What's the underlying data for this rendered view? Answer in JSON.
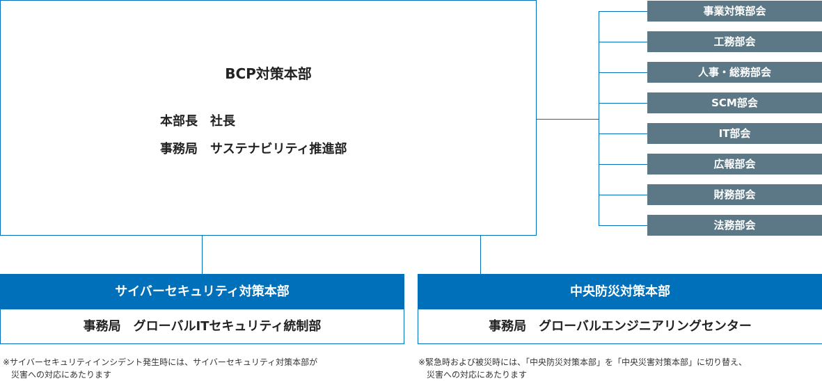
{
  "main": {
    "title": "BCP対策本部",
    "head": "本部長　社長",
    "secretariat": "事務局　サステナビリティ推進部"
  },
  "committees": [
    "事業対策部会",
    "工務部会",
    "人事・総務部会",
    "SCM部会",
    "IT部会",
    "広報部会",
    "財務部会",
    "法務部会"
  ],
  "cyber": {
    "title": "サイバーセキュリティ対策本部",
    "secretariat": "事務局　グローバルITセキュリティ統制部",
    "note": "※サイバーセキュリティインシデント発生時には、サイバーセキュリティ対策本部が\n　災害への対応にあたります"
  },
  "disaster": {
    "title": "中央防災対策本部",
    "secretariat": "事務局　グローバルエンジニアリングセンター",
    "note": "※緊急時および被災時には、「中央防災対策本部」を「中央災害対策本部」に切り替え、\n　災害への対応にあたります"
  },
  "colors": {
    "accent": "#0070bb",
    "committee": "#5c7886"
  }
}
